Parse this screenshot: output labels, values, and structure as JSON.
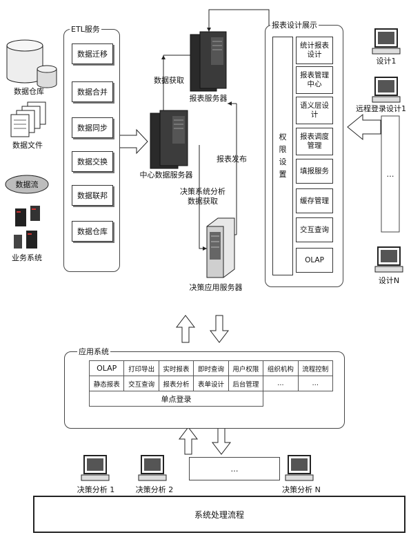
{
  "storage": {
    "warehouse": "数据仓库",
    "files": "数据文件",
    "stream": "数据流",
    "business": "业务系统"
  },
  "etl": {
    "title": "ETL服务",
    "items": [
      "数据迁移",
      "数据合并",
      "数据同步",
      "数据交换",
      "数据联邦",
      "数据仓库"
    ]
  },
  "servers": {
    "report": "报表服务器",
    "central": "中心数据服务器",
    "decision": "决策应用服务器"
  },
  "flow": {
    "fetch": "数据获取",
    "publish": "报表发布",
    "analysis_line1": "决策系统分析",
    "analysis_line2": "数据获取"
  },
  "report_panel": {
    "title": "报表设计展示",
    "permission_chars": [
      "权",
      "限",
      "设",
      "置"
    ],
    "items": [
      "统计报表设计",
      "报表管理中心",
      "语义层设计",
      "报表调度管理",
      "填报服务",
      "缓存管理",
      "交互查询",
      "OLAP"
    ]
  },
  "designers": {
    "d1": "设计1",
    "remote": "远程登录设计1",
    "dots": "…",
    "dn": "设计N"
  },
  "app": {
    "title": "应用系统",
    "row1": [
      "OLAP",
      "打印导出",
      "实时报表",
      "即时查询",
      "用户权限",
      "组织机构",
      "流程控制"
    ],
    "row2": [
      "静态报表",
      "交互查询",
      "报表分析",
      "表单设计",
      "后台管理",
      "…",
      "…"
    ],
    "sso": "单点登录"
  },
  "clients": {
    "c1": "决策分析 1",
    "c2": "决策分析 2",
    "dots": "…",
    "cn": "决策分析 N"
  },
  "footer": "系统处理流程"
}
